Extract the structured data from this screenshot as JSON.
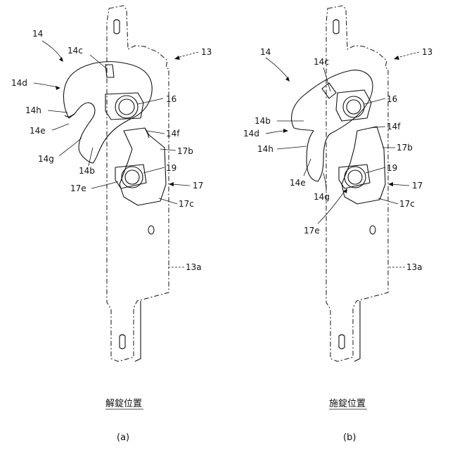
{
  "figure_a": {
    "labels": {
      "l14": "14",
      "l14c": "14c",
      "l14d": "14d",
      "l14h": "14h",
      "l14e": "14e",
      "l14g": "14g",
      "l14b": "14b",
      "l16": "16",
      "l14f": "14f",
      "l17b": "17b",
      "l19": "19",
      "l17e": "17e",
      "l17": "17",
      "l17c": "17c",
      "l13": "13",
      "l13a": "13a"
    },
    "state_label": "解錠位置",
    "panel_caption": "(a)"
  },
  "figure_b": {
    "labels": {
      "l14": "14",
      "l14c": "14c",
      "l14b": "14b",
      "l14d": "14d",
      "l14h": "14h",
      "l14e": "14e",
      "l14g": "14g",
      "l16": "16",
      "l14f": "14f",
      "l17b": "17b",
      "l19": "19",
      "l17": "17",
      "l17c": "17c",
      "l17e": "17e",
      "l13": "13",
      "l13a": "13a"
    },
    "state_label": "施錠位置",
    "panel_caption": "(b)"
  }
}
